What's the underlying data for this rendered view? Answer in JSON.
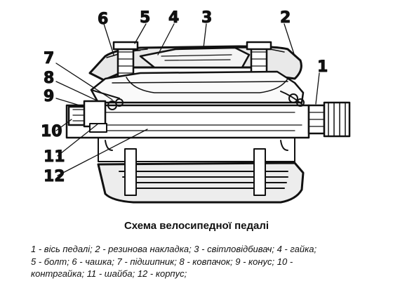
{
  "figure": {
    "labels": {
      "l1": "1",
      "l2": "2",
      "l3": "3",
      "l4": "4",
      "l5": "5",
      "l6": "6",
      "l7": "7",
      "l8": "8",
      "l9": "9",
      "l10": "10",
      "l11": "11",
      "l12": "12"
    }
  },
  "caption": {
    "title": "Схема велосипедної педалі",
    "legend": [
      "1 - вісь педалі; 2 - резинова накладка; 3 - світловідбивач; 4 - гайка;",
      "5 - болт; 6 - чашка; 7 - підшипник; 8 - ковпачок; 9 - конус; 10 -",
      "контргайка; 11 - шайба; 12 - корпус;"
    ]
  }
}
